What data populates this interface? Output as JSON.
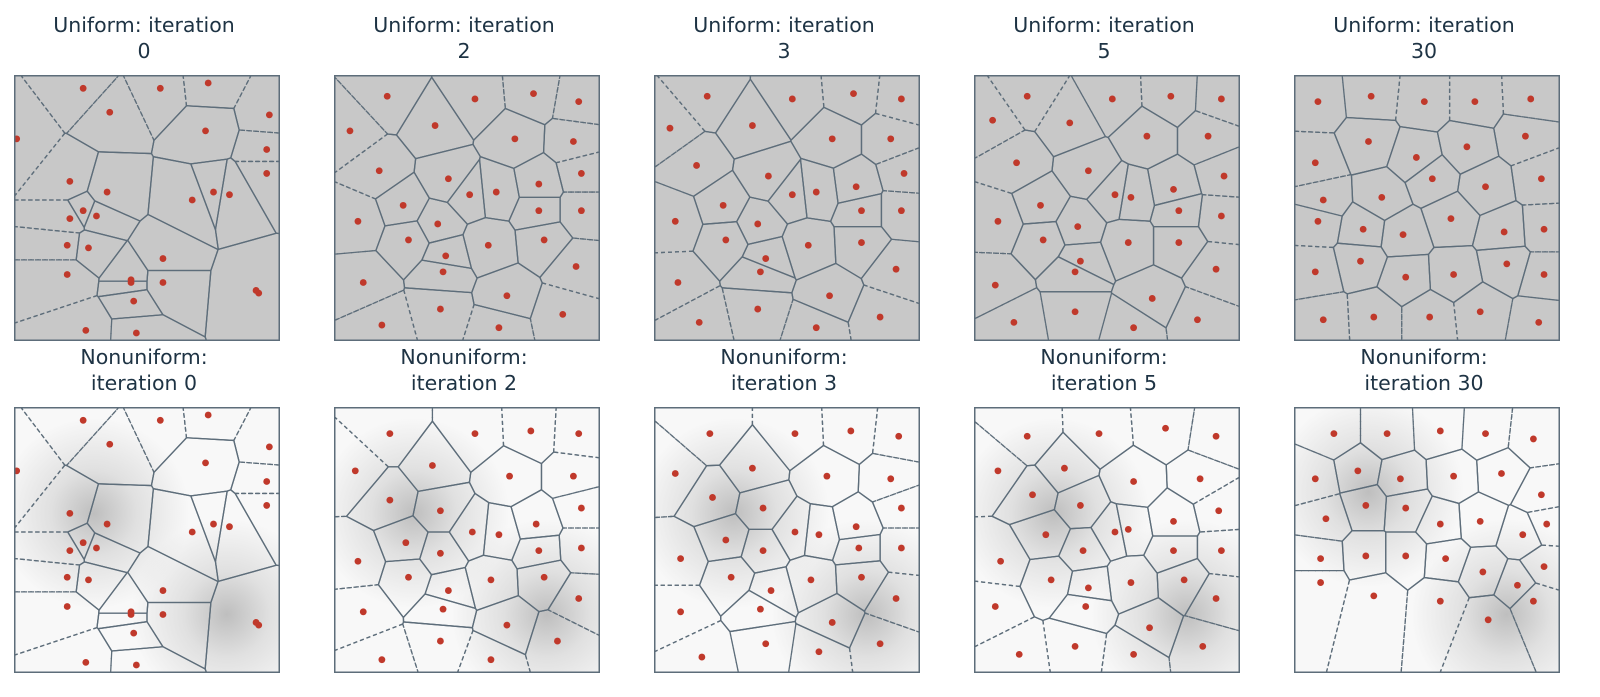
{
  "figure": {
    "rows": [
      {
        "name": "uniform",
        "titles": [
          [
            "Uniform: iteration",
            "0"
          ],
          [
            "Uniform: iteration",
            "2"
          ],
          [
            "Uniform: iteration",
            "3"
          ],
          [
            "Uniform: iteration",
            "5"
          ],
          [
            "Uniform: iteration",
            "30"
          ]
        ]
      },
      {
        "name": "nonuniform",
        "titles": [
          [
            "Nonuniform:",
            "iteration 0"
          ],
          [
            "Nonuniform:",
            "iteration 2"
          ],
          [
            "Nonuniform:",
            "iteration 3"
          ],
          [
            "Nonuniform:",
            "iteration 5"
          ],
          [
            "Nonuniform:",
            "iteration 30"
          ]
        ]
      }
    ],
    "iterations": [
      0,
      2,
      3,
      5,
      30
    ],
    "colors": {
      "uniform_fill": "#c8c8c8",
      "nonuniform_background": "#f8f8f8",
      "density_shade": "#b4b4b4",
      "cell_edges": "#5d6d7a",
      "generator_points": "#c0392b",
      "title_text": "#1e3344"
    }
  },
  "chart_data": [
    {
      "type": "scatter",
      "title": "Uniform: iteration 0",
      "xlim": [
        0,
        1
      ],
      "ylim": [
        0,
        1
      ],
      "series": [
        {
          "x": [
            0.26,
            0.55,
            0.73,
            0.36,
            0.72,
            0.96,
            0.01,
            0.95,
            0.21,
            0.35,
            0.95,
            0.67,
            0.75,
            0.81,
            0.21,
            0.26,
            0.31,
            0.2,
            0.28,
            0.56,
            0.44,
            0.2,
            0.44,
            0.56,
            0.92,
            0.91,
            0.45,
            0.27,
            0.46
          ],
          "y": [
            0.95,
            0.95,
            0.97,
            0.86,
            0.79,
            0.85,
            0.76,
            0.72,
            0.6,
            0.56,
            0.63,
            0.53,
            0.56,
            0.55,
            0.46,
            0.49,
            0.47,
            0.36,
            0.35,
            0.31,
            0.22,
            0.25,
            0.23,
            0.22,
            0.18,
            0.19,
            0.15,
            0.04,
            0.03
          ]
        }
      ],
      "voronoi_edges": "uniform"
    },
    {
      "type": "scatter",
      "title": "Uniform: iteration 2",
      "xlim": [
        0,
        1
      ],
      "ylim": [
        0,
        1
      ],
      "series": [
        {
          "x": [
            0.2,
            0.53,
            0.75,
            0.92,
            0.06,
            0.38,
            0.68,
            0.9,
            0.17,
            0.43,
            0.61,
            0.77,
            0.93,
            0.26,
            0.39,
            0.51,
            0.77,
            0.93,
            0.09,
            0.28,
            0.42,
            0.58,
            0.79,
            0.91,
            0.11,
            0.41,
            0.65,
            0.18,
            0.4,
            0.62,
            0.86
          ],
          "y": [
            0.92,
            0.91,
            0.93,
            0.9,
            0.79,
            0.81,
            0.76,
            0.75,
            0.64,
            0.61,
            0.56,
            0.59,
            0.63,
            0.51,
            0.44,
            0.55,
            0.49,
            0.49,
            0.45,
            0.38,
            0.32,
            0.36,
            0.38,
            0.28,
            0.22,
            0.26,
            0.17,
            0.06,
            0.12,
            0.05,
            0.1
          ]
        }
      ],
      "voronoi_edges": "uniform"
    },
    {
      "type": "scatter",
      "title": "Uniform: iteration 3",
      "xlim": [
        0,
        1
      ],
      "ylim": [
        0,
        1
      ],
      "series": [
        {
          "x": [
            0.2,
            0.52,
            0.75,
            0.93,
            0.06,
            0.37,
            0.67,
            0.89,
            0.16,
            0.43,
            0.61,
            0.76,
            0.94,
            0.26,
            0.39,
            0.52,
            0.78,
            0.93,
            0.08,
            0.27,
            0.42,
            0.58,
            0.78,
            0.91,
            0.09,
            0.4,
            0.66,
            0.17,
            0.39,
            0.61,
            0.85
          ],
          "y": [
            0.92,
            0.91,
            0.93,
            0.91,
            0.8,
            0.81,
            0.76,
            0.76,
            0.66,
            0.62,
            0.56,
            0.58,
            0.63,
            0.51,
            0.44,
            0.55,
            0.49,
            0.49,
            0.45,
            0.38,
            0.31,
            0.36,
            0.37,
            0.27,
            0.22,
            0.26,
            0.17,
            0.07,
            0.12,
            0.05,
            0.09
          ]
        }
      ],
      "voronoi_edges": "uniform"
    },
    {
      "type": "scatter",
      "title": "Uniform: iteration 5",
      "xlim": [
        0,
        1
      ],
      "ylim": [
        0,
        1
      ],
      "series": [
        {
          "x": [
            0.2,
            0.52,
            0.74,
            0.93,
            0.07,
            0.36,
            0.65,
            0.88,
            0.16,
            0.43,
            0.59,
            0.75,
            0.94,
            0.25,
            0.39,
            0.53,
            0.77,
            0.93,
            0.09,
            0.26,
            0.4,
            0.58,
            0.77,
            0.91,
            0.08,
            0.38,
            0.67,
            0.15,
            0.38,
            0.6,
            0.84
          ],
          "y": [
            0.92,
            0.91,
            0.92,
            0.91,
            0.83,
            0.82,
            0.77,
            0.77,
            0.67,
            0.64,
            0.54,
            0.57,
            0.62,
            0.51,
            0.43,
            0.55,
            0.49,
            0.47,
            0.45,
            0.38,
            0.3,
            0.37,
            0.37,
            0.27,
            0.21,
            0.26,
            0.16,
            0.07,
            0.11,
            0.05,
            0.08
          ]
        }
      ],
      "voronoi_edges": "uniform"
    },
    {
      "type": "scatter",
      "title": "Uniform: iteration 30",
      "xlim": [
        0,
        1
      ],
      "ylim": [
        0,
        1
      ],
      "series": [
        {
          "x": [
            0.09,
            0.29,
            0.49,
            0.68,
            0.89,
            0.08,
            0.28,
            0.46,
            0.65,
            0.87,
            0.11,
            0.33,
            0.52,
            0.72,
            0.93,
            0.09,
            0.26,
            0.41,
            0.59,
            0.79,
            0.94,
            0.08,
            0.25,
            0.42,
            0.6,
            0.8,
            0.94,
            0.11,
            0.3,
            0.51,
            0.7,
            0.92
          ],
          "y": [
            0.9,
            0.92,
            0.9,
            0.9,
            0.91,
            0.67,
            0.75,
            0.69,
            0.73,
            0.77,
            0.53,
            0.54,
            0.61,
            0.58,
            0.61,
            0.45,
            0.42,
            0.4,
            0.46,
            0.41,
            0.42,
            0.26,
            0.3,
            0.24,
            0.25,
            0.29,
            0.25,
            0.08,
            0.09,
            0.09,
            0.11,
            0.07
          ]
        }
      ],
      "voronoi_edges": "uniform"
    },
    {
      "type": "scatter",
      "title": "Nonuniform: iteration 0",
      "xlim": [
        0,
        1
      ],
      "ylim": [
        0,
        1
      ],
      "series": [
        {
          "x": [
            0.26,
            0.55,
            0.73,
            0.36,
            0.72,
            0.96,
            0.01,
            0.95,
            0.21,
            0.35,
            0.95,
            0.67,
            0.75,
            0.81,
            0.21,
            0.26,
            0.31,
            0.2,
            0.28,
            0.56,
            0.44,
            0.2,
            0.44,
            0.56,
            0.92,
            0.91,
            0.45,
            0.27,
            0.46
          ],
          "y": [
            0.95,
            0.95,
            0.97,
            0.86,
            0.79,
            0.85,
            0.76,
            0.72,
            0.6,
            0.56,
            0.63,
            0.53,
            0.56,
            0.55,
            0.46,
            0.49,
            0.47,
            0.36,
            0.35,
            0.31,
            0.22,
            0.25,
            0.23,
            0.22,
            0.18,
            0.19,
            0.15,
            0.04,
            0.03
          ]
        }
      ],
      "voronoi_edges": "nonuniform",
      "density_centers": [
        [
          0.3,
          0.6
        ],
        [
          0.8,
          0.22
        ]
      ]
    },
    {
      "type": "scatter",
      "title": "Nonuniform: iteration 2",
      "xlim": [
        0,
        1
      ],
      "ylim": [
        0,
        1
      ],
      "series": [
        {
          "x": [
            0.21,
            0.53,
            0.74,
            0.92,
            0.08,
            0.37,
            0.66,
            0.9,
            0.21,
            0.4,
            0.62,
            0.76,
            0.93,
            0.27,
            0.4,
            0.52,
            0.77,
            0.93,
            0.09,
            0.28,
            0.43,
            0.59,
            0.79,
            0.92,
            0.11,
            0.41,
            0.65,
            0.18,
            0.4,
            0.59,
            0.84
          ],
          "y": [
            0.9,
            0.9,
            0.91,
            0.9,
            0.76,
            0.78,
            0.74,
            0.74,
            0.65,
            0.61,
            0.52,
            0.56,
            0.62,
            0.49,
            0.45,
            0.53,
            0.46,
            0.47,
            0.42,
            0.36,
            0.31,
            0.35,
            0.36,
            0.28,
            0.23,
            0.24,
            0.18,
            0.05,
            0.12,
            0.05,
            0.12
          ]
        }
      ],
      "voronoi_edges": "nonuniform",
      "density_centers": [
        [
          0.3,
          0.6
        ],
        [
          0.8,
          0.22
        ]
      ]
    },
    {
      "type": "scatter",
      "title": "Nonuniform: iteration 3",
      "xlim": [
        0,
        1
      ],
      "ylim": [
        0,
        1
      ],
      "series": [
        {
          "x": [
            0.21,
            0.53,
            0.74,
            0.92,
            0.08,
            0.37,
            0.65,
            0.89,
            0.22,
            0.41,
            0.62,
            0.76,
            0.93,
            0.27,
            0.41,
            0.53,
            0.77,
            0.93,
            0.1,
            0.29,
            0.44,
            0.59,
            0.78,
            0.91,
            0.1,
            0.4,
            0.67,
            0.18,
            0.42,
            0.62,
            0.85
          ],
          "y": [
            0.9,
            0.9,
            0.91,
            0.89,
            0.75,
            0.77,
            0.74,
            0.73,
            0.66,
            0.62,
            0.52,
            0.55,
            0.62,
            0.5,
            0.46,
            0.53,
            0.47,
            0.47,
            0.43,
            0.36,
            0.31,
            0.35,
            0.36,
            0.28,
            0.23,
            0.24,
            0.19,
            0.06,
            0.11,
            0.08,
            0.11
          ]
        }
      ],
      "voronoi_edges": "nonuniform",
      "density_centers": [
        [
          0.3,
          0.6
        ],
        [
          0.8,
          0.22
        ]
      ]
    },
    {
      "type": "scatter",
      "title": "Nonuniform: iteration 5",
      "xlim": [
        0,
        1
      ],
      "ylim": [
        0,
        1
      ],
      "series": [
        {
          "x": [
            0.2,
            0.47,
            0.72,
            0.91,
            0.09,
            0.34,
            0.6,
            0.85,
            0.22,
            0.4,
            0.58,
            0.75,
            0.92,
            0.27,
            0.41,
            0.53,
            0.75,
            0.93,
            0.1,
            0.29,
            0.43,
            0.59,
            0.79,
            0.91,
            0.08,
            0.42,
            0.66,
            0.17,
            0.38,
            0.6,
            0.86
          ],
          "y": [
            0.89,
            0.9,
            0.92,
            0.89,
            0.76,
            0.77,
            0.72,
            0.73,
            0.67,
            0.63,
            0.54,
            0.57,
            0.61,
            0.52,
            0.46,
            0.53,
            0.46,
            0.46,
            0.42,
            0.35,
            0.32,
            0.34,
            0.35,
            0.28,
            0.25,
            0.25,
            0.17,
            0.07,
            0.1,
            0.07,
            0.1
          ]
        }
      ],
      "voronoi_edges": "nonuniform",
      "density_centers": [
        [
          0.3,
          0.6
        ],
        [
          0.8,
          0.22
        ]
      ]
    },
    {
      "type": "scatter",
      "title": "Nonuniform: iteration 30",
      "xlim": [
        0,
        1
      ],
      "ylim": [
        0,
        1
      ],
      "series": [
        {
          "x": [
            0.15,
            0.35,
            0.55,
            0.72,
            0.9,
            0.08,
            0.24,
            0.4,
            0.6,
            0.78,
            0.93,
            0.12,
            0.27,
            0.42,
            0.55,
            0.7,
            0.86,
            0.95,
            0.1,
            0.27,
            0.42,
            0.57,
            0.71,
            0.84,
            0.94,
            0.1,
            0.3,
            0.55,
            0.73,
            0.9
          ],
          "y": [
            0.9,
            0.9,
            0.91,
            0.9,
            0.88,
            0.73,
            0.76,
            0.73,
            0.74,
            0.75,
            0.67,
            0.58,
            0.63,
            0.62,
            0.56,
            0.57,
            0.52,
            0.56,
            0.43,
            0.44,
            0.44,
            0.43,
            0.38,
            0.33,
            0.4,
            0.34,
            0.29,
            0.27,
            0.2,
            0.27
          ]
        }
      ],
      "voronoi_edges": "nonuniform",
      "density_centers": [
        [
          0.28,
          0.68
        ],
        [
          0.8,
          0.22
        ]
      ]
    }
  ]
}
